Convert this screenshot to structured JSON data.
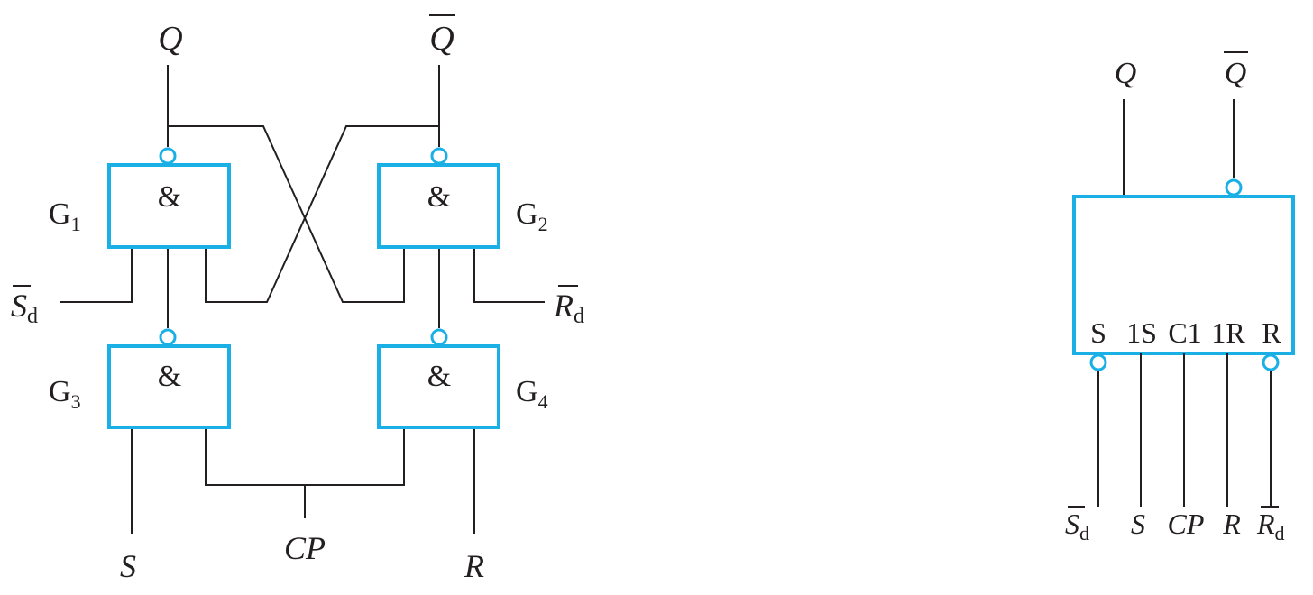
{
  "left_circuit": {
    "outputs": {
      "q": "Q",
      "q_bar": "Q"
    },
    "gates": [
      {
        "name": "G",
        "sub": "1",
        "symbol": "&"
      },
      {
        "name": "G",
        "sub": "2",
        "symbol": "&"
      },
      {
        "name": "G",
        "sub": "3",
        "symbol": "&"
      },
      {
        "name": "G",
        "sub": "4",
        "symbol": "&"
      }
    ],
    "inputs": {
      "sd": {
        "main": "S",
        "sub": "d"
      },
      "rd": {
        "main": "R",
        "sub": "d"
      },
      "s": "S",
      "cp": "CP",
      "r": "R"
    }
  },
  "symbol_block": {
    "outputs": {
      "q": "Q",
      "q_bar": "Q"
    },
    "pins": [
      "S",
      "1S",
      "C1",
      "1R",
      "R"
    ],
    "inputs": {
      "sd": {
        "main": "S",
        "sub": "d"
      },
      "s": "S",
      "cp": "CP",
      "r": "R",
      "rd": {
        "main": "R",
        "sub": "d"
      }
    }
  },
  "colors": {
    "gate": "#1ab0e6",
    "wire": "#231f20"
  }
}
